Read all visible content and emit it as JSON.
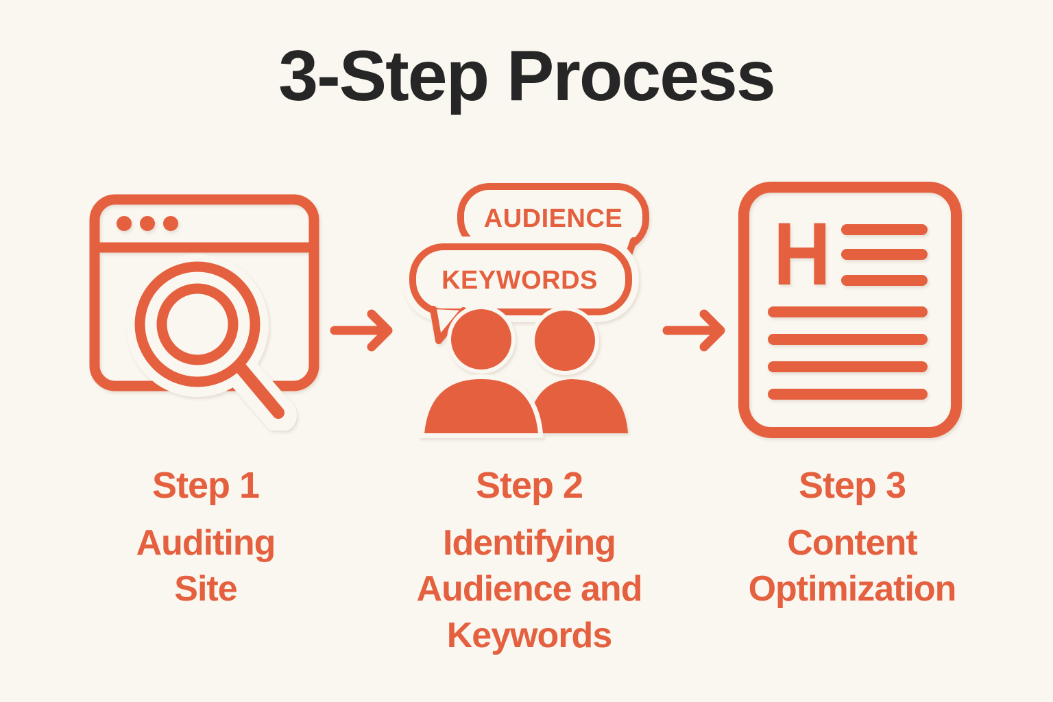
{
  "title": "3-Step Process",
  "colors": {
    "background": "#faf7f0",
    "accent": "#e4603f",
    "title_text": "#262626"
  },
  "steps": [
    {
      "label": "Step 1",
      "description": "Auditing Site",
      "desc_lines": [
        "Auditing",
        "Site"
      ],
      "icon": "site-audit-icon"
    },
    {
      "label": "Step 2",
      "description": "Identifying Audience and Keywords",
      "desc_lines": [
        "Identifying",
        "Audience and",
        "Keywords"
      ],
      "icon": "audience-keywords-icon",
      "speech_bubbles": [
        "AUDIENCE",
        "KEYWORDS"
      ]
    },
    {
      "label": "Step 3",
      "description": "Content Optimization",
      "desc_lines": [
        "Content",
        "Optimization"
      ],
      "icon": "content-optimization-icon",
      "document_letter": "H"
    }
  ]
}
